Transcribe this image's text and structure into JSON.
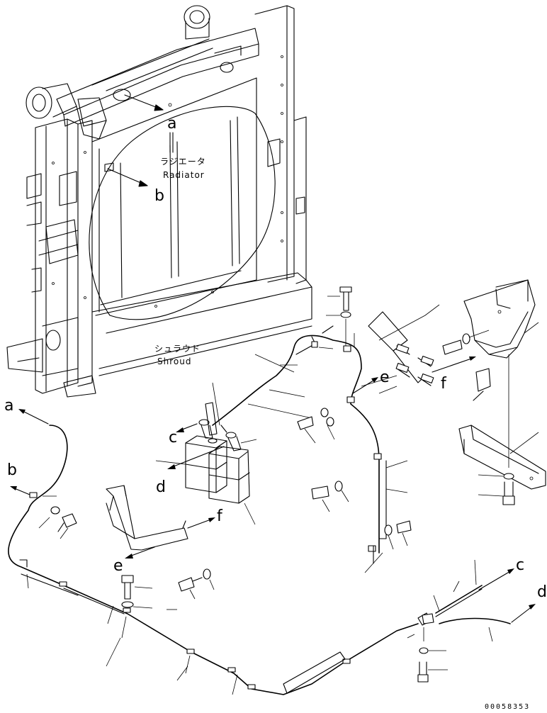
{
  "parts": {
    "radiator": {
      "label_jp": "ラジエータ",
      "label_en": "Radiator"
    },
    "shroud": {
      "label_jp": "シュラウド",
      "label_en": "Shroud"
    }
  },
  "refs": {
    "a_top": "a",
    "b_top": "b",
    "c_mid": "c",
    "d_mid": "d",
    "e_mid": "e",
    "f_mid": "f",
    "f_bracket": "f",
    "e_left": "e",
    "a_left": "a",
    "b_left": "b",
    "c_right": "c",
    "d_right": "d"
  },
  "drawing_number": "00058353"
}
